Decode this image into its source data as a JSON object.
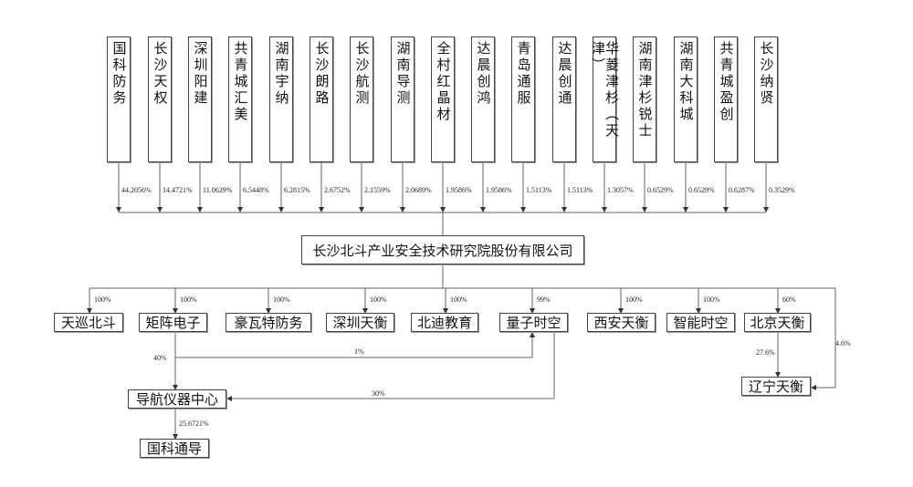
{
  "shareholders": [
    {
      "name": "国科防务",
      "pct": "44.2056%"
    },
    {
      "name": "长沙天权",
      "pct": "14.4721%"
    },
    {
      "name": "深圳阳建",
      "pct": "11.0629%"
    },
    {
      "name": "共青城汇美",
      "pct": "6.5448%"
    },
    {
      "name": "湖南宇纳",
      "pct": "6.2815%"
    },
    {
      "name": "长沙朗路",
      "pct": "2.6752%"
    },
    {
      "name": "长沙航测",
      "pct": "2.1559%"
    },
    {
      "name": "湖南导测",
      "pct": "2.0689%"
    },
    {
      "name": "全村红晶材",
      "pct": "1.9586%"
    },
    {
      "name": "达晨创鸿",
      "pct": "1.9586%"
    },
    {
      "name": "青岛通服",
      "pct": "1.5113%"
    },
    {
      "name": "达晨创通",
      "pct": "1.5113%"
    },
    {
      "name": "华菱津杉（天津）",
      "pct": "1.3057%"
    },
    {
      "name": "湖南津杉锐士",
      "pct": "0.6529%"
    },
    {
      "name": "湖南大科城",
      "pct": "0.6529%"
    },
    {
      "name": "共青城盈创",
      "pct": "0.6287%"
    },
    {
      "name": "长沙纳贤",
      "pct": "0.3529%"
    }
  ],
  "company": "长沙北斗产业安全技术研究院股份有限公司",
  "subsidiaries": [
    {
      "name": "天巡北斗",
      "pct": "100%"
    },
    {
      "name": "矩阵电子",
      "pct": "100%"
    },
    {
      "name": "豪瓦特防务",
      "pct": "100%"
    },
    {
      "name": "深圳天衡",
      "pct": "100%"
    },
    {
      "name": "北迪教育",
      "pct": "100%"
    },
    {
      "name": "量子时空",
      "pct": "99%"
    },
    {
      "name": "西安天衡",
      "pct": "100%"
    },
    {
      "name": "智能时空",
      "pct": "100%"
    },
    {
      "name": "北京天衡",
      "pct": "60%"
    }
  ],
  "second_level": {
    "nav_center": "导航仪器中心",
    "guoke_tongdao": "国科通导",
    "liaoning": "辽宁天衡",
    "pct_matrix_to_nav": "40%",
    "pct_matrix_to_quantum": "1%",
    "pct_quantum_to_nav": "30%",
    "pct_nav_to_guoke": "25.6721%",
    "pct_beijing_to_liaoning": "27.6%",
    "pct_company_to_liaoning": "4.6%"
  }
}
